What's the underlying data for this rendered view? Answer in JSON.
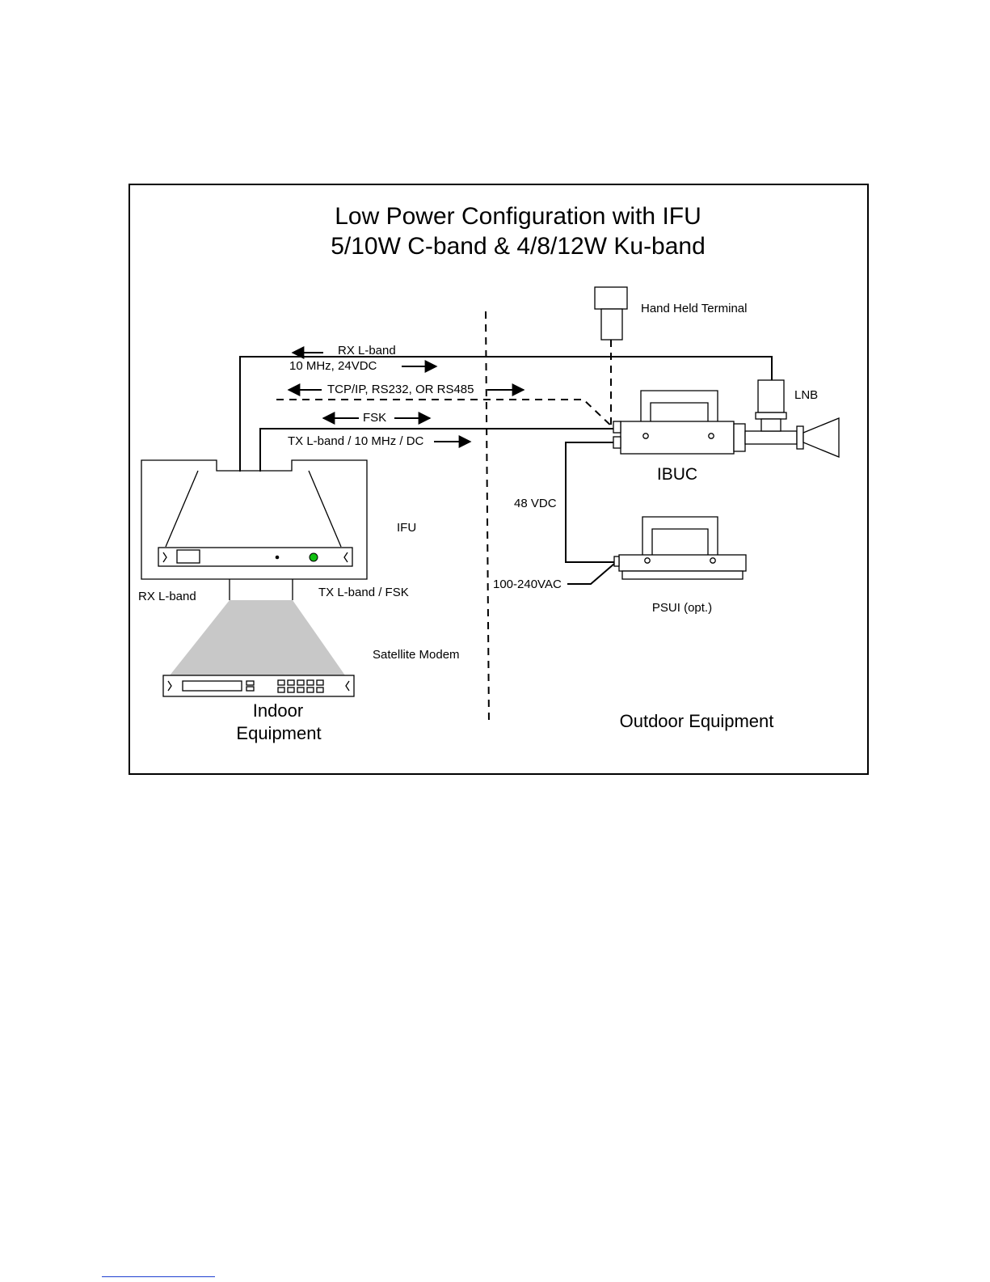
{
  "title": {
    "line1": "Low Power Configuration with IFU",
    "line2": "5/10W C-band & 4/8/12W Ku-band"
  },
  "sections": {
    "indoor_line1": "Indoor",
    "indoor_line2": "Equipment",
    "outdoor": "Outdoor Equipment"
  },
  "devices": {
    "hand_held_terminal": "Hand Held Terminal",
    "lnb": "LNB",
    "ibuc": "IBUC",
    "ifu": "IFU",
    "psui": "PSUI (opt.)",
    "satellite_modem": "Satellite Modem"
  },
  "signals": {
    "rx_lband": "RX L-band",
    "ref_power": "10 MHz, 24VDC",
    "tcp_ip": "TCP/IP, RS232, OR RS485",
    "fsk": "FSK",
    "tx_lband": "TX L-band / 10 MHz / DC",
    "vdc48": "48 VDC",
    "ac_in": "100-240VAC",
    "modem_rx": "RX L-band",
    "modem_tx": "TX L-band / FSK"
  },
  "colors": {
    "led": "#10c010",
    "modem_fill": "#c8c8c8",
    "line": "#000000"
  }
}
